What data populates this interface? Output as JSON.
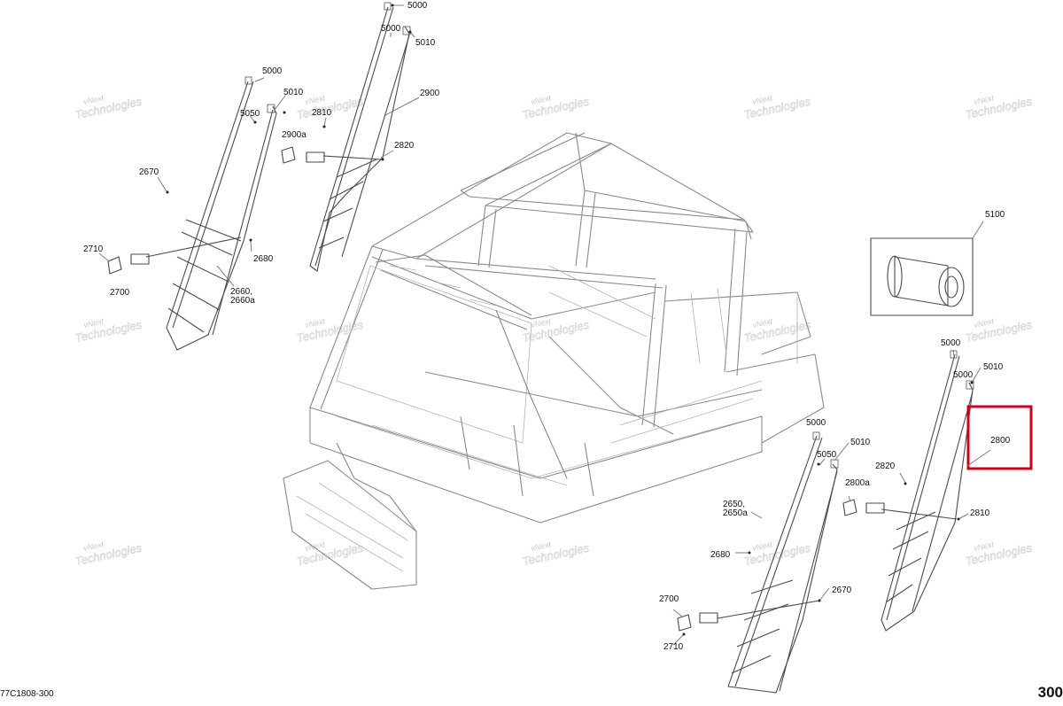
{
  "diagram": {
    "code": "77C1808-300",
    "page_number": "300",
    "highlight_color": "#d0021b",
    "watermark_text": [
      "vNext",
      "Technologies"
    ],
    "labels": {
      "l1": "5000",
      "l2": "5000",
      "l3": "5010",
      "l4": "5000",
      "l5": "5010",
      "l6": "5050",
      "l7": "2810",
      "l8": "2900",
      "l9": "2900a",
      "l10": "2820",
      "l11": "2670",
      "l12": "2710",
      "l13": "2680",
      "l14": "2700",
      "l15": "2660,",
      "l16": "2660a",
      "l17": "5100",
      "l18": "5000",
      "l19": "5000",
      "l20": "5010",
      "l21": "2800",
      "l22": "2820",
      "l23": "2810",
      "l24": "5000",
      "l25": "5010",
      "l26": "5050",
      "l27": "2800a",
      "l28": "2650,",
      "l29": "2650a",
      "l30": "2680",
      "l31": "2670",
      "l32": "2700",
      "l33": "2710"
    }
  }
}
